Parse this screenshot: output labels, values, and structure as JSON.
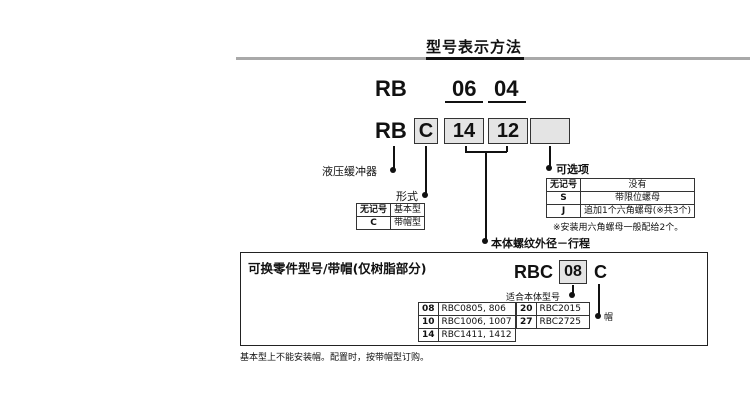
{
  "title": "型号表示方法",
  "example": {
    "prefix": "RB",
    "diameter": "06",
    "stroke": "04"
  },
  "model": {
    "prefix": "RB",
    "type_code": "C",
    "diameter": "14",
    "stroke": "12"
  },
  "labels": {
    "shock_absorber": "液压缓冲器",
    "type": "形式",
    "option": "可选项",
    "thread_stroke": "本体螺纹外径－行程"
  },
  "type_table": [
    {
      "code": "无记号",
      "desc": "基本型"
    },
    {
      "code": "C",
      "desc": "带帽型"
    }
  ],
  "option_table": [
    {
      "code": "无记号",
      "desc": "没有"
    },
    {
      "code": "S",
      "desc": "带限位螺母"
    },
    {
      "code": "J",
      "desc": "追加1个六角螺母(※共3个)"
    }
  ],
  "option_note": "※安装用六角螺母一般配给2个。",
  "replacement": {
    "heading": "可换零件型号/带帽(仅树脂部分)",
    "prefix": "RBC",
    "size": "08",
    "suffix": "C",
    "size_label": "适合本体型号",
    "cap_label": "帽",
    "table_left": [
      {
        "code": "08",
        "models": "RBC0805, 806"
      },
      {
        "code": "10",
        "models": "RBC1006, 1007"
      },
      {
        "code": "14",
        "models": "RBC1411, 1412"
      }
    ],
    "table_right": [
      {
        "code": "20",
        "models": "RBC2015"
      },
      {
        "code": "27",
        "models": "RBC2725"
      }
    ]
  },
  "footnote": "基本型上不能安装帽。配置时，按带帽型订购。"
}
